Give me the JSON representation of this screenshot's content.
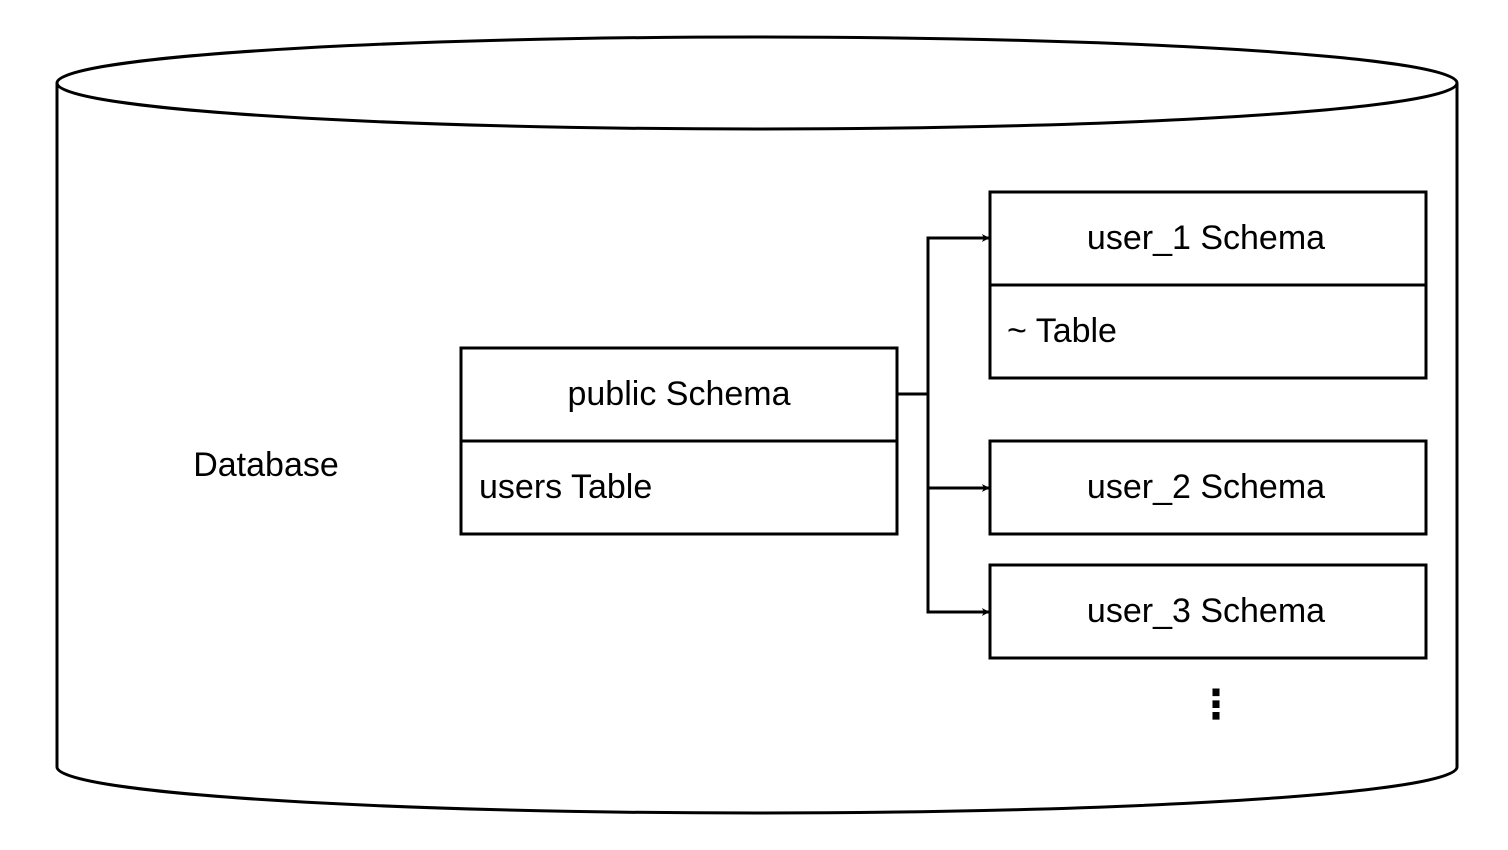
{
  "database": {
    "label": "Database"
  },
  "public_schema": {
    "title": "public Schema",
    "table": "users Table"
  },
  "user_schemas": [
    {
      "title": "user_1 Schema",
      "table": "~ Table"
    },
    {
      "title": "user_2 Schema"
    },
    {
      "title": "user_3 Schema"
    }
  ],
  "continuation": "⋮",
  "colors": {
    "stroke": "#000000",
    "fill": "#ffffff",
    "text": "#000000"
  }
}
